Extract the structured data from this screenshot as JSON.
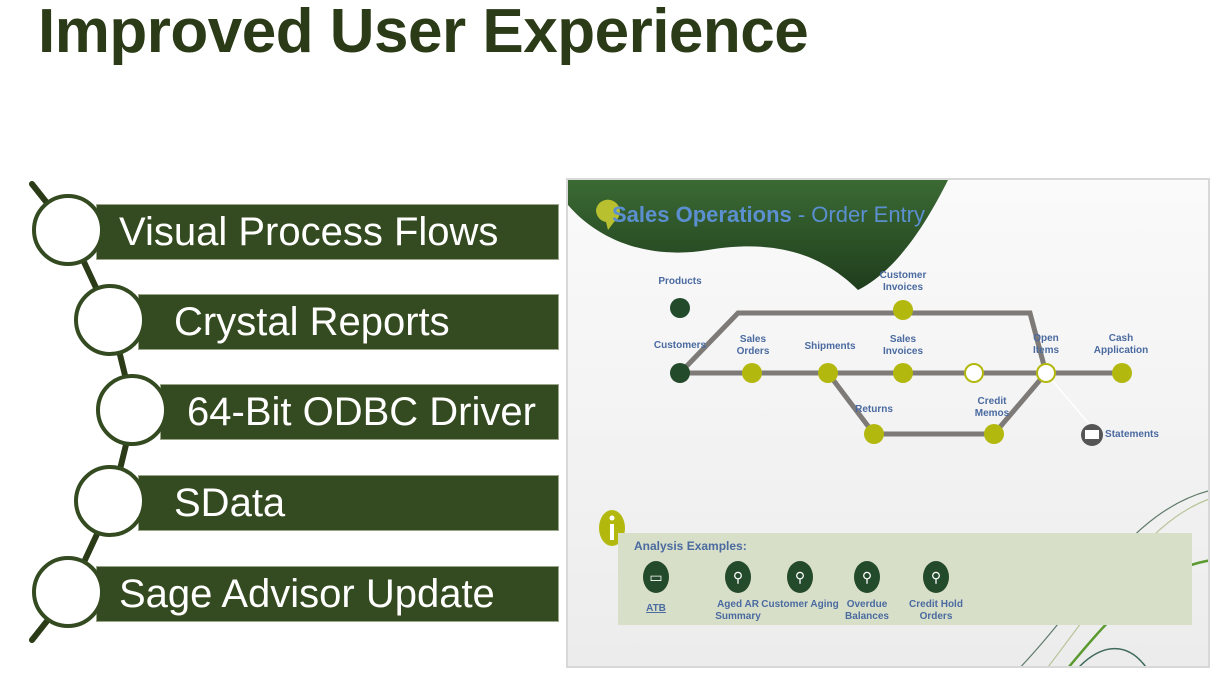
{
  "slide": {
    "title": "Improved User Experience"
  },
  "features": [
    {
      "label": "Visual Process Flows"
    },
    {
      "label": "Crystal Reports"
    },
    {
      "label": "64-Bit ODBC Driver"
    },
    {
      "label": "SData"
    },
    {
      "label": "Sage Advisor Update"
    }
  ],
  "screenshot": {
    "header_bold": "Sales Operations",
    "header_rest": " - Order Entry",
    "nodes": {
      "products": "Products",
      "customers": "Customers",
      "sales_orders": "Sales Orders",
      "shipments": "Shipments",
      "customer_invoices": "Customer Invoices",
      "sales_invoices": "Sales Invoices",
      "returns": "Returns",
      "credit_memos": "Credit Memos",
      "open_items": "Open Items",
      "cash_application": "Cash Application",
      "statements": "Statements"
    },
    "analysis": {
      "title": "Analysis Examples:",
      "items": [
        {
          "label": "ATB",
          "icon": "printer-icon"
        },
        {
          "label": "Aged AR Summary",
          "icon": "magnifier-icon"
        },
        {
          "label": "Customer Aging",
          "icon": "magnifier-icon"
        },
        {
          "label": "Overdue Balances",
          "icon": "magnifier-icon"
        },
        {
          "label": "Credit Hold Orders",
          "icon": "magnifier-icon"
        }
      ]
    },
    "colors": {
      "dark_green": "#244a2c",
      "lime": "#b3b80f",
      "track": "#7d7a78",
      "label_blue": "#4a6aa0"
    }
  }
}
